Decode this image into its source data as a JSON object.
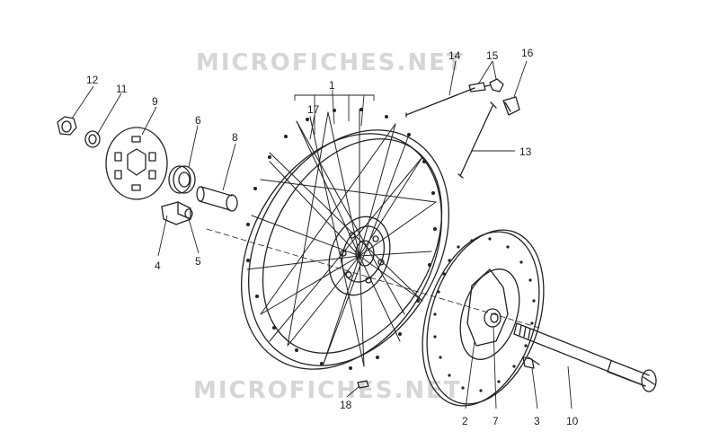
{
  "watermark": {
    "text": "MICROFICHES.NET"
  },
  "callouts": [
    {
      "id": "1",
      "label": "1"
    },
    {
      "id": "2",
      "label": "2"
    },
    {
      "id": "3",
      "label": "3"
    },
    {
      "id": "4",
      "label": "4"
    },
    {
      "id": "5",
      "label": "5"
    },
    {
      "id": "6",
      "label": "6"
    },
    {
      "id": "7",
      "label": "7"
    },
    {
      "id": "8",
      "label": "8"
    },
    {
      "id": "9",
      "label": "9"
    },
    {
      "id": "10",
      "label": "10"
    },
    {
      "id": "11",
      "label": "11"
    },
    {
      "id": "12",
      "label": "12"
    },
    {
      "id": "13",
      "label": "13"
    },
    {
      "id": "14",
      "label": "14"
    },
    {
      "id": "15",
      "label": "15"
    },
    {
      "id": "16",
      "label": "16"
    },
    {
      "id": "17",
      "label": "17"
    },
    {
      "id": "18",
      "label": "18"
    }
  ],
  "colors": {
    "line": "#222222",
    "watermark": "#d6d6d6",
    "background": "#ffffff"
  }
}
